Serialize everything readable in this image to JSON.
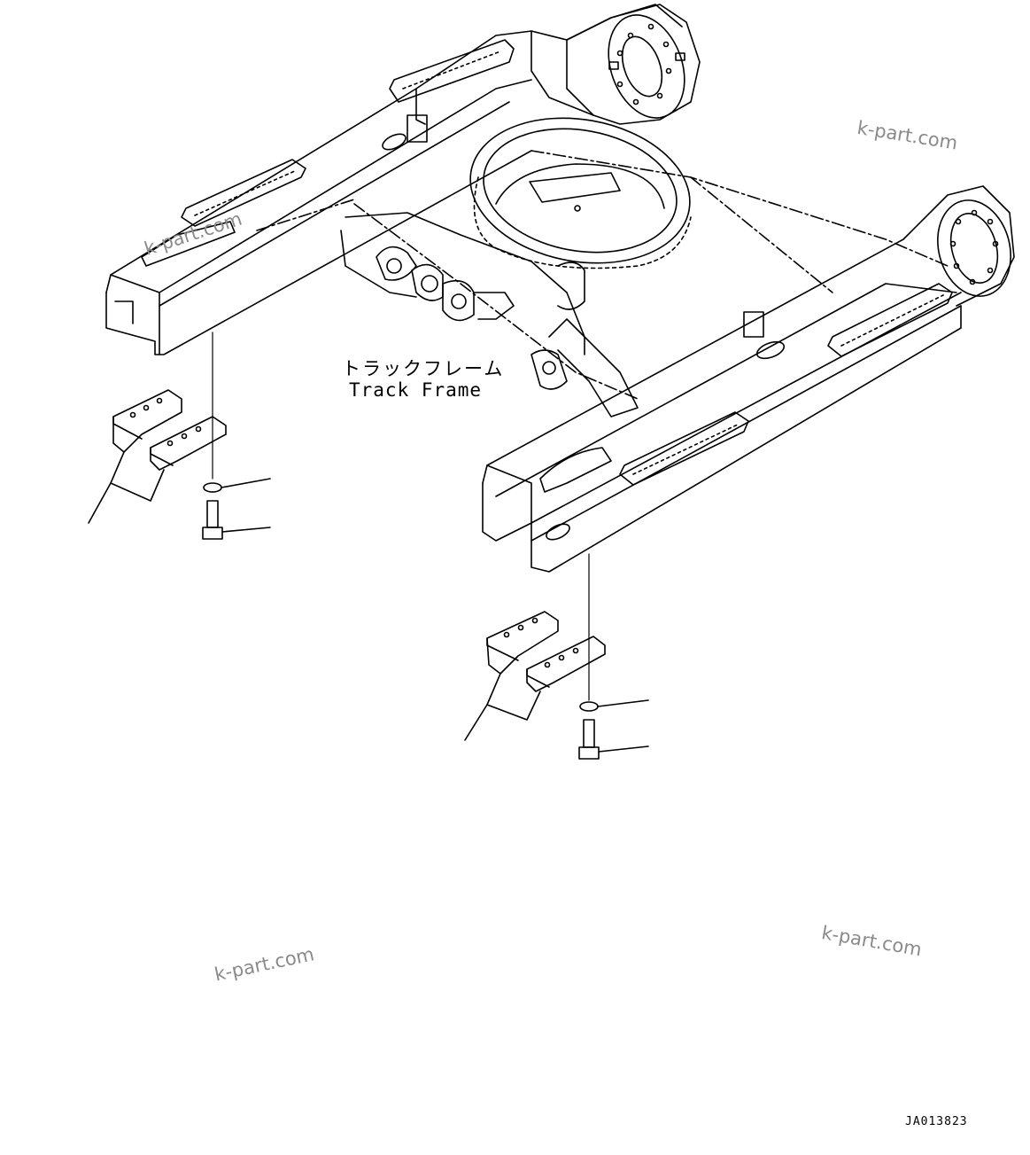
{
  "labels": {
    "japanese": "トラックフレーム",
    "english": "Track Frame"
  },
  "watermarks": [
    "k-part.com",
    "k-part.com",
    "k-part.com",
    "k-part.com"
  ],
  "drawing_code": "JA013823",
  "colors": {
    "line": "#000000",
    "watermark": "#8a8a8a",
    "background": "#ffffff"
  }
}
